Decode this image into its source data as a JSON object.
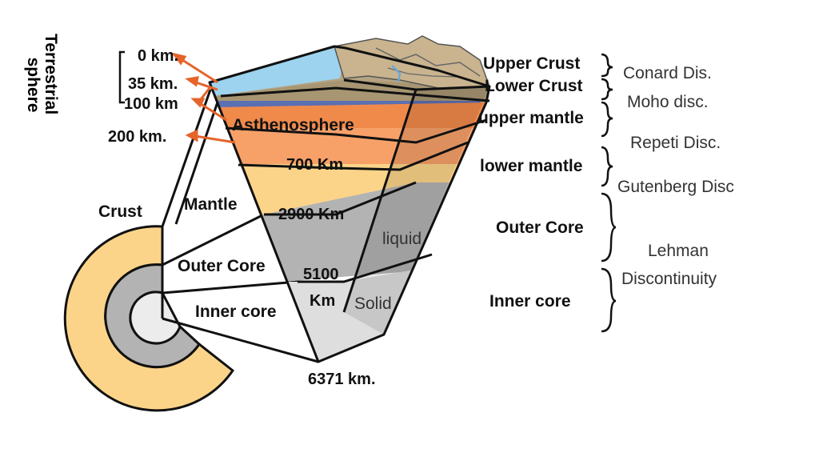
{
  "depths": {
    "d0": "0 km.",
    "d35": "35 km.",
    "d100": "100 km",
    "d200": "200 km.",
    "d700": "700 Km",
    "d2900": "2900 Km",
    "d5100_a": "5100",
    "d5100_b": "Km",
    "d6371": "6371 km."
  },
  "terrestrial": {
    "line1": "Terrestrial",
    "line2": "sphere"
  },
  "inside": {
    "asthenosphere": "Asthenosphere",
    "liquid": "liquid",
    "solid": "Solid"
  },
  "section": {
    "crust": "Crust",
    "mantle": "Mantle",
    "outer_core": "Outer Core",
    "inner_core": "Inner core"
  },
  "right_layers": {
    "upper_crust": "Upper Crust",
    "lower_crust": "Lower Crust",
    "upper_mantle": "upper mantle",
    "lower_mantle": "lower mantle",
    "outer_core": "Outer Core",
    "inner_core": "Inner core"
  },
  "discontinuities": {
    "conard": "Conard Dis.",
    "moho": "Moho disc.",
    "repeti": "Repeti Disc.",
    "gutenberg": "Gutenberg Disc",
    "lehman_1": "Lehman",
    "lehman_2": "Discontinuity"
  },
  "colors": {
    "ocean": "#9dd3ee",
    "crust": "#b5a383",
    "upper_mantle": "#f08a4b",
    "asthenosphere": "#f7a169",
    "lower_mantle": "#fcd489",
    "outer_core": "#b3b3b3",
    "inner_core": "#dedede",
    "arrow": "#e5642b"
  }
}
